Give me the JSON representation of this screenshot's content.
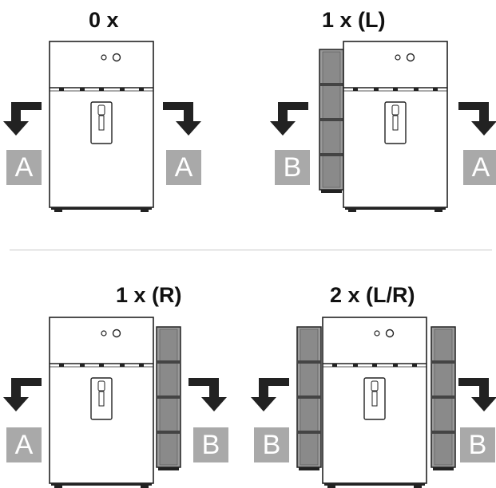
{
  "colors": {
    "outline": "#222222",
    "shelf_fill": "#9a9a9a",
    "label_box": "#a9a9a9",
    "label_text": "#ffffff",
    "arrow": "#222222",
    "divider": "#c8c8c8"
  },
  "panels": [
    {
      "title": "0 x",
      "left_label": "A",
      "right_label": "A",
      "shelf_left": false,
      "shelf_right": false
    },
    {
      "title": "1 x (L)",
      "left_label": "B",
      "right_label": "A",
      "shelf_left": true,
      "shelf_right": false
    },
    {
      "title": "1 x (R)",
      "left_label": "A",
      "right_label": "B",
      "shelf_left": false,
      "shelf_right": true
    },
    {
      "title": "2 x (L/R)",
      "left_label": "B",
      "right_label": "B",
      "shelf_left": true,
      "shelf_right": true
    }
  ]
}
